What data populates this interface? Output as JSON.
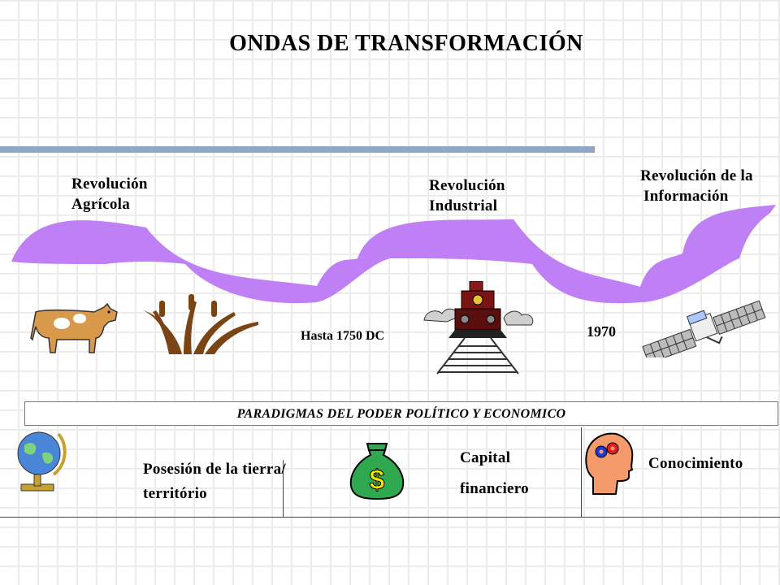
{
  "title": "ONDAS DE TRANSFORMACIÓN",
  "colors": {
    "wave": "#bf7ff5",
    "accent_bar": "#8fa8c8",
    "cow": "#d89a4a",
    "wheat": "#7a4515",
    "money_bag": "#2fa84f",
    "head": "#f59a6a"
  },
  "waves": {
    "agricola": {
      "line1": "Revolución",
      "line2": "Agrícola",
      "icons": [
        "cow-icon",
        "wheat-icon"
      ]
    },
    "industrial": {
      "line1": "Revolución",
      "line2": "Industrial",
      "date": "Hasta 1750 DC",
      "icons": [
        "locomotive-icon"
      ]
    },
    "informacion": {
      "line1": "Revolución de la",
      "line2": "Información",
      "date": "1970",
      "icons": [
        "satellite-icon"
      ]
    }
  },
  "paradigms": {
    "title": "PARADIGMAS DEL PODER POLÍTICO Y ECONOMICO",
    "items": [
      {
        "line1": "Posesión de la tierra/",
        "line2": "território",
        "icon": "globe-icon"
      },
      {
        "line1": "Capital",
        "line2": "financiero",
        "icon": "money-bag-icon"
      },
      {
        "line1": "Conocimiento",
        "icon": "head-gears-icon"
      }
    ]
  }
}
